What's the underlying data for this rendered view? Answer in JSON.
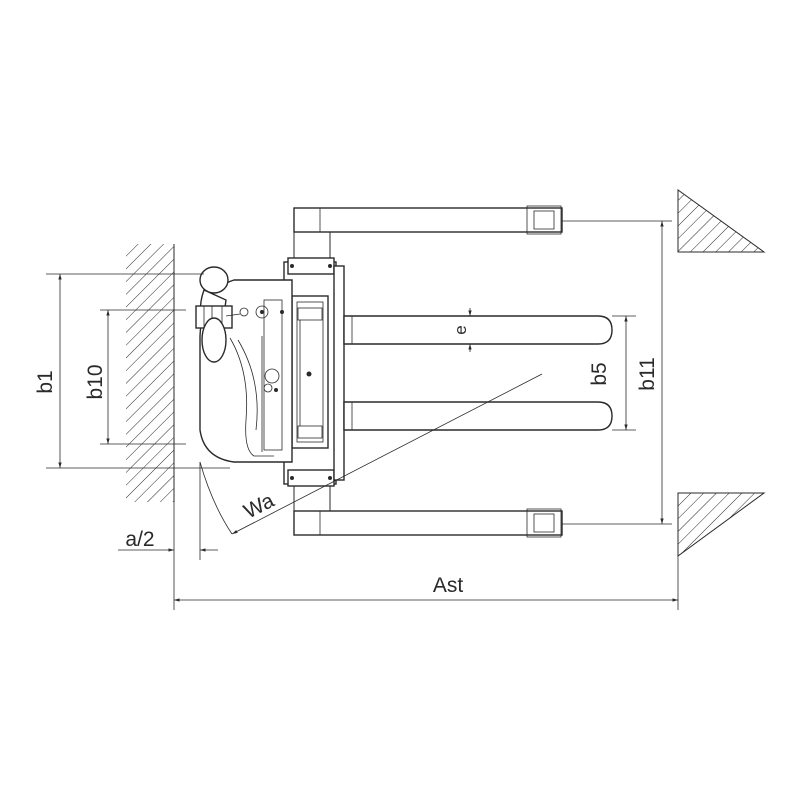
{
  "diagram": {
    "labels": {
      "b1": "b1",
      "b10": "b10",
      "a_half": "a/2",
      "wa": "Wa",
      "ast": "Ast",
      "b5": "b5",
      "b11": "b11",
      "e": "e"
    }
  }
}
